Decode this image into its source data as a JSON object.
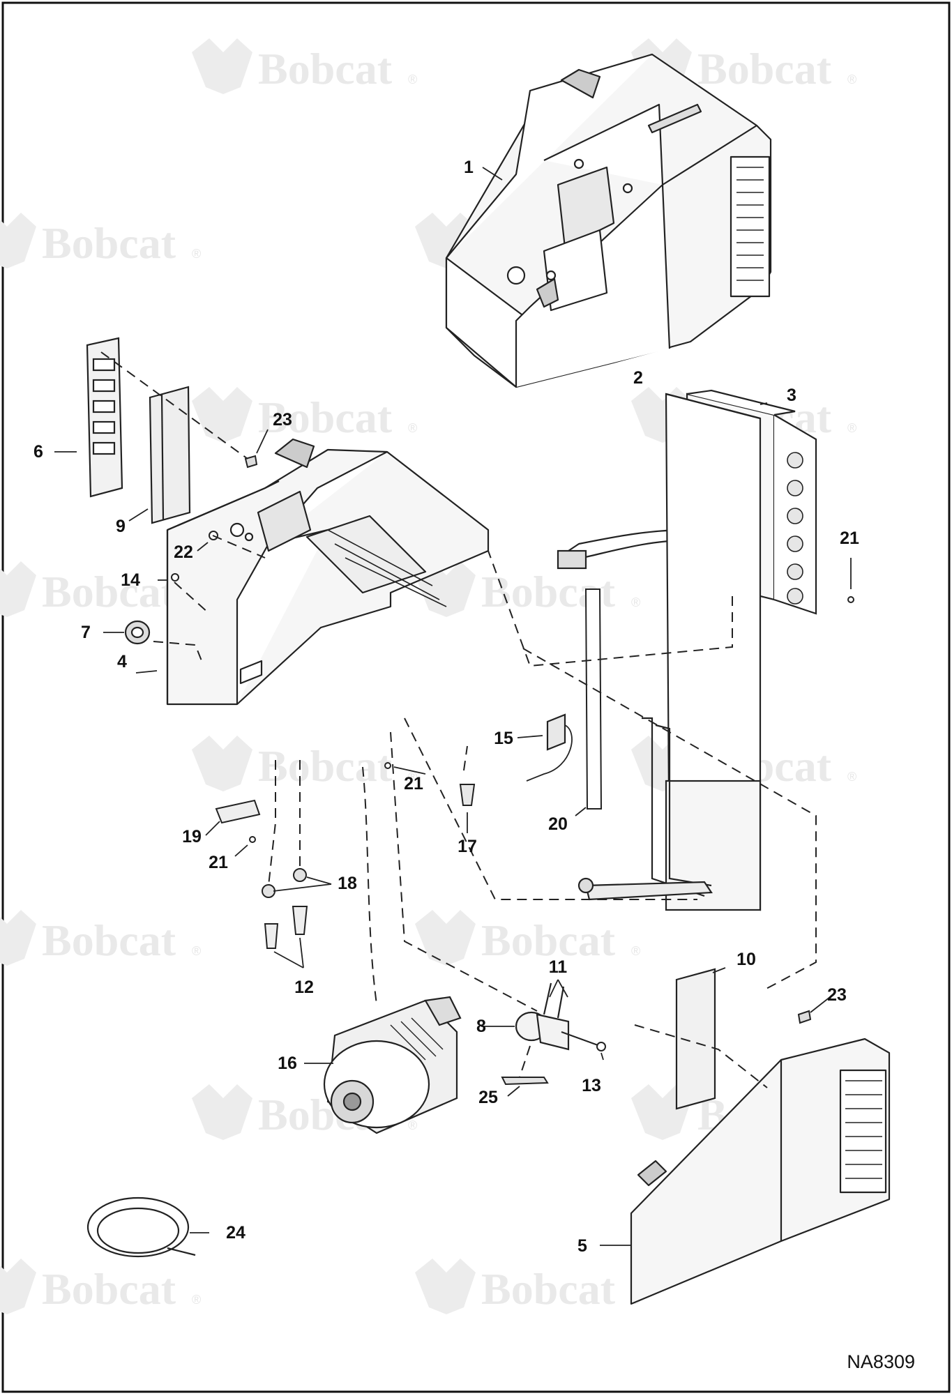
{
  "diagram": {
    "drawing_code": "NA8309",
    "watermark": {
      "text": "Bobcat",
      "mark": "®"
    },
    "callouts": [
      {
        "id": "c1",
        "label": "1"
      },
      {
        "id": "c2",
        "label": "2"
      },
      {
        "id": "c3",
        "label": "3"
      },
      {
        "id": "c4",
        "label": "4"
      },
      {
        "id": "c5",
        "label": "5"
      },
      {
        "id": "c6",
        "label": "6"
      },
      {
        "id": "c7",
        "label": "7"
      },
      {
        "id": "c8",
        "label": "8"
      },
      {
        "id": "c9",
        "label": "9"
      },
      {
        "id": "c10",
        "label": "10"
      },
      {
        "id": "c11",
        "label": "11"
      },
      {
        "id": "c12",
        "label": "12"
      },
      {
        "id": "c13",
        "label": "13"
      },
      {
        "id": "c14",
        "label": "14"
      },
      {
        "id": "c15",
        "label": "15"
      },
      {
        "id": "c16",
        "label": "16"
      },
      {
        "id": "c17",
        "label": "17"
      },
      {
        "id": "c18",
        "label": "18"
      },
      {
        "id": "c19",
        "label": "19"
      },
      {
        "id": "c20",
        "label": "20"
      },
      {
        "id": "c21a",
        "label": "21"
      },
      {
        "id": "c21b",
        "label": "21"
      },
      {
        "id": "c21c",
        "label": "21"
      },
      {
        "id": "c22",
        "label": "22"
      },
      {
        "id": "c23a",
        "label": "23"
      },
      {
        "id": "c23b",
        "label": "23"
      },
      {
        "id": "c24",
        "label": "24"
      },
      {
        "id": "c25",
        "label": "25"
      }
    ]
  }
}
